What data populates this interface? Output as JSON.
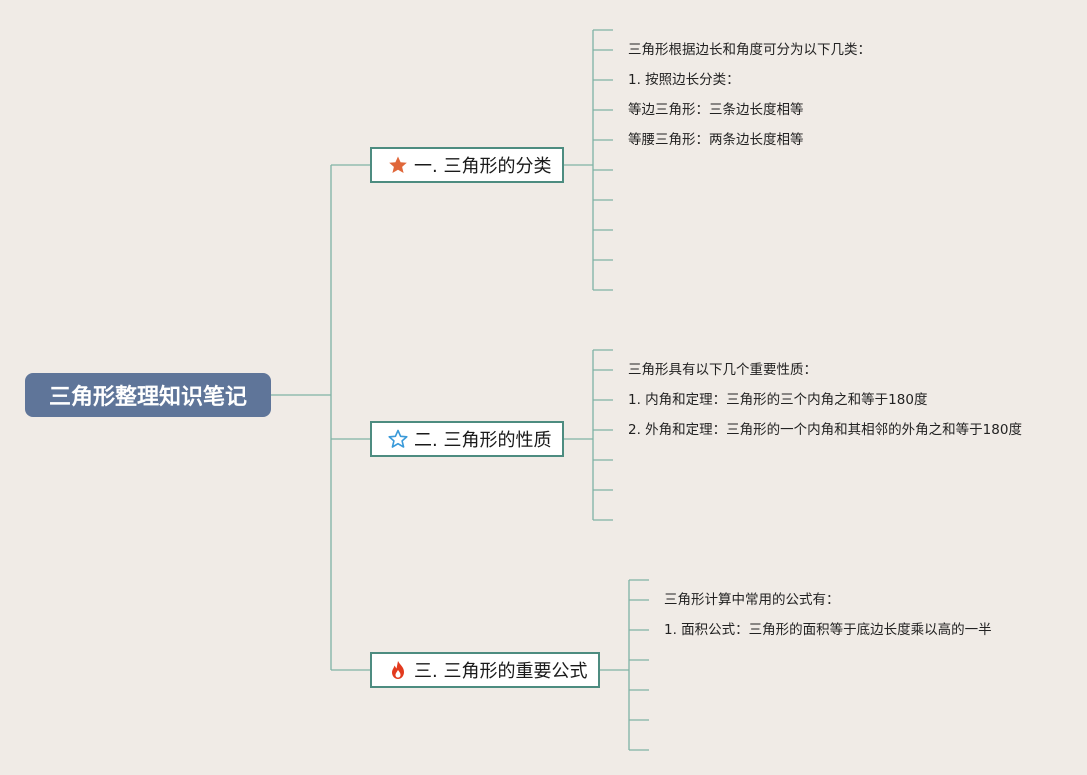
{
  "root": {
    "title": "三角形整理知识笔记"
  },
  "branches": [
    {
      "label": "一. 三角形的分类",
      "icon": "star-filled-icon",
      "icon_color": "#e0673a",
      "leaves": [
        "三角形根据边长和角度可分为以下几类：",
        "1. 按照边长分类：",
        "等边三角形：三条边长度相等",
        "等腰三角形：两条边长度相等"
      ]
    },
    {
      "label": "二. 三角形的性质",
      "icon": "star-outline-icon",
      "icon_color": "#3a9ad9",
      "leaves": [
        "三角形具有以下几个重要性质：",
        "1. 内角和定理：三角形的三个内角之和等于180度",
        "2. 外角和定理：三角形的一个内角和其相邻的外角之和等于180度"
      ]
    },
    {
      "label": "三. 三角形的重要公式",
      "icon": "flame-icon",
      "icon_color": "#e23a1e",
      "leaves": [
        "三角形计算中常用的公式有：",
        "1. 面积公式：三角形的面积等于底边长度乘以高的一半"
      ]
    }
  ],
  "colors": {
    "connector": "#7fb3a5",
    "root_bg": "#5f7599",
    "branch_border": "#4d8c80",
    "background": "#f0ebe6"
  }
}
